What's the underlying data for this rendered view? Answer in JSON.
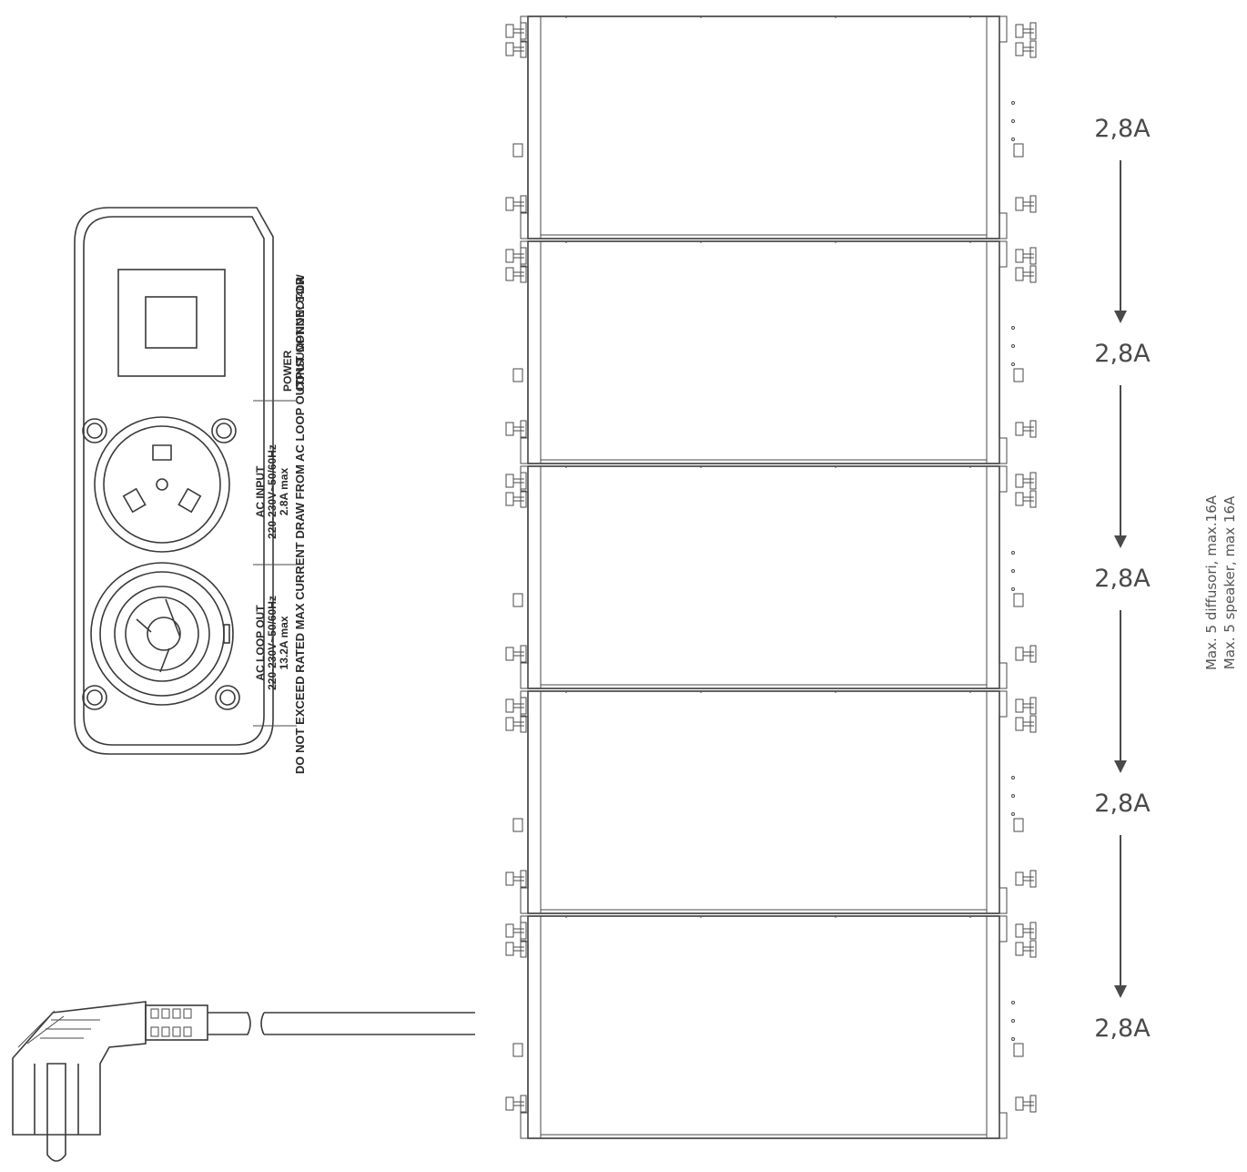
{
  "panel": {
    "power_label": "POWER",
    "power_consumption": "CONSUMPTION: 640W",
    "ac_input_title": "AC INPUT",
    "ac_input_voltage": "220-230V~50/60Hz",
    "ac_input_current": "2.8A max",
    "loop_out_title": "AC LOOP OUT",
    "loop_out_voltage": "220-230V~50/60Hz",
    "loop_out_current": "13.2A max",
    "warning": "DO NOT EXCEED RATED MAX CURRENT DRAW FROM AC LOOP OUTPUT CONNECTOR"
  },
  "currents": [
    "2,8A",
    "2,8A",
    "2,8A",
    "2,8A",
    "2,8A"
  ],
  "notes": {
    "line1": "Max. 5 diffusori, max.16A",
    "line2": "Max. 5 speaker, max 16A"
  },
  "speaker_count": 5,
  "colors": {
    "ink": "#3a3a3a",
    "text": "#4a4a4a"
  }
}
